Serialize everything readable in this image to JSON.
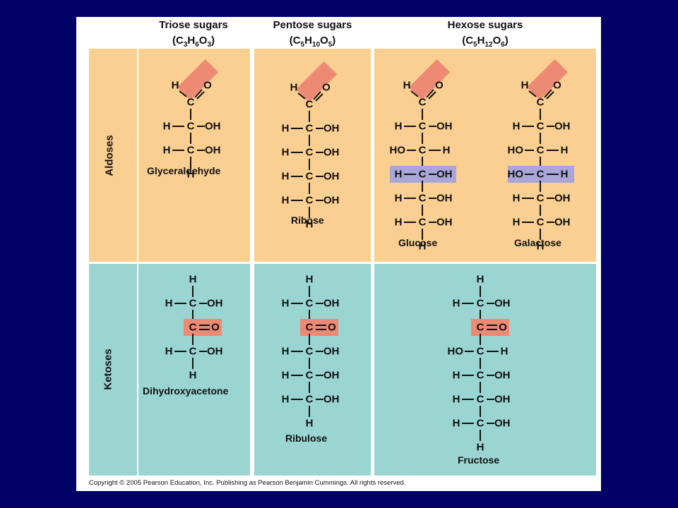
{
  "headers": {
    "triose": {
      "title": "Triose sugars",
      "formula": [
        "C",
        "3",
        "H",
        "6",
        "O",
        "3"
      ]
    },
    "pentose": {
      "title": "Pentose sugars",
      "formula": [
        "C",
        "5",
        "H",
        "10",
        "O",
        "5"
      ]
    },
    "hexose": {
      "title": "Hexose sugars",
      "formula": [
        "C",
        "5",
        "H",
        "12",
        "O",
        "6"
      ]
    }
  },
  "rows": {
    "aldoses": "Aldoses",
    "ketoses": "Ketoses"
  },
  "names": {
    "glyceraldehyde": "Glyceraldehyde",
    "ribose": "Ribose",
    "glucose": "Glucose",
    "galactose": "Galactose",
    "dihydroxyacetone": "Dihydroxyacetone",
    "ribulose": "Ribulose",
    "fructose": "Fructose"
  },
  "copyright": "Copyright © 2005 Pearson Education, Inc. Publishing as Pearson Benjamin Cummings. All rights reserved.",
  "colors": {
    "background": "#000066",
    "aldose_panel": "#fbcf91",
    "ketose_panel": "#9bd5d2",
    "carbonyl_highlight": "#ec8a74",
    "isomer_highlight": "#aaa6d9"
  },
  "labels": {
    "H": "H",
    "C": "C",
    "O": "O",
    "OH": "OH",
    "HO": "HO"
  },
  "molecules": [
    {
      "name": "glyceraldehyde",
      "kind": "aldose",
      "rows": [
        "H_OH",
        "H_OH"
      ],
      "highlight_row": -1
    },
    {
      "name": "ribose",
      "kind": "aldose",
      "rows": [
        "H_OH",
        "H_OH",
        "H_OH",
        "H_OH"
      ],
      "highlight_row": -1
    },
    {
      "name": "glucose",
      "kind": "aldose",
      "rows": [
        "H_OH",
        "HO_H",
        "H_OH",
        "H_OH",
        "H_OH"
      ],
      "highlight_row": 2
    },
    {
      "name": "galactose",
      "kind": "aldose",
      "rows": [
        "H_OH",
        "HO_H",
        "HO_H",
        "H_OH",
        "H_OH"
      ],
      "highlight_row": 2
    },
    {
      "name": "dihydroxyacetone",
      "kind": "ketose",
      "rows": [
        "H_OH",
        "CO",
        "H_OH"
      ]
    },
    {
      "name": "ribulose",
      "kind": "ketose",
      "rows": [
        "H_OH",
        "CO",
        "H_OH",
        "H_OH",
        "H_OH"
      ]
    },
    {
      "name": "fructose",
      "kind": "ketose",
      "rows": [
        "H_OH",
        "CO",
        "HO_H",
        "H_OH",
        "H_OH",
        "H_OH"
      ]
    }
  ]
}
